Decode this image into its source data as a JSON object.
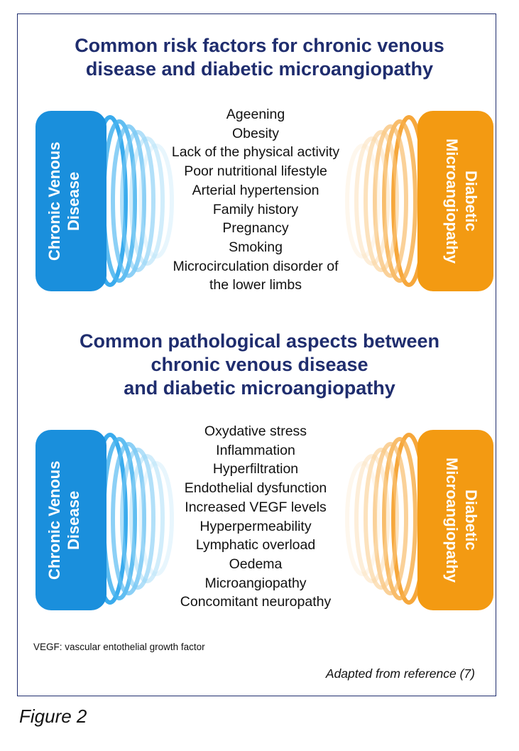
{
  "section1": {
    "title_lines": [
      "Common risk factors for chronic venous",
      "disease and diabetic microangiopathy"
    ],
    "left_label_lines": [
      "Chronic Venous",
      "Disease"
    ],
    "right_label_lines": [
      "Diabetic",
      "Microangiopathy"
    ],
    "items": [
      "Ageening",
      "Obesity",
      "Lack of the physical activity",
      "Poor nutritional lifestyle",
      "Arterial hypertension",
      "Family history",
      "Pregnancy",
      "Smoking",
      "Microcirculation disorder of",
      "the lower limbs"
    ]
  },
  "section2": {
    "title_lines": [
      "Common pathological aspects between",
      "chronic venous disease",
      "and diabetic microangiopathy"
    ],
    "left_label_lines": [
      "Chronic Venous",
      "Disease"
    ],
    "right_label_lines": [
      "Diabetic",
      "Microangiopathy"
    ],
    "items": [
      "Oxydative stress",
      "Inflammation",
      "Hyperfiltration",
      "Endothelial dysfunction",
      "Increased VEGF levels",
      "Hyperpermeability",
      "Lymphatic overload",
      "Oedema",
      "Microangiopathy",
      "Concomitant neuropathy"
    ]
  },
  "footnote": "VEGF: vascular entothelial growth factor",
  "source": "Adapted from reference (7)",
  "caption": "Figure 2",
  "colors": {
    "title": "#1f2d6e",
    "frame": "#1f2d6e",
    "left_block": "#1a8fdc",
    "right_block": "#f39a12"
  }
}
